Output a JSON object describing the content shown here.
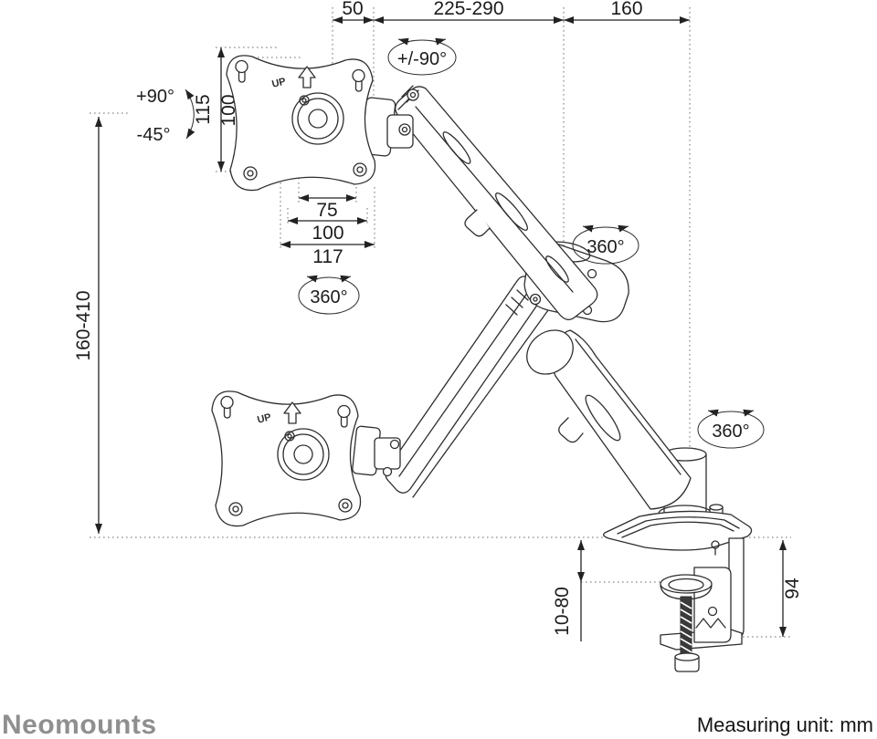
{
  "brand": "Neomounts",
  "footer": {
    "measuring_unit": "Measuring unit: mm"
  },
  "dimensions": {
    "top_offset_mm": "50",
    "arm_extension_mm": "225-290",
    "rear_arm_mm": "160",
    "height_range_mm": "160-410",
    "vesa_vertical": {
      "plate_height": "115",
      "vesa100": "100",
      "vesa75": "75"
    },
    "vesa_horizontal": {
      "vesa75": "75",
      "vesa100": "100",
      "plate_width": "117"
    },
    "desk_thickness_mm": "10-80",
    "clamp_height_mm": "94"
  },
  "rotations": {
    "pan": "+/-90°",
    "tilt_up": "+90°",
    "tilt_down": "-45°",
    "swivel_head": "360°",
    "swivel_elbow": "360°",
    "swivel_base": "360°"
  },
  "plate": {
    "up_label": "UP"
  }
}
